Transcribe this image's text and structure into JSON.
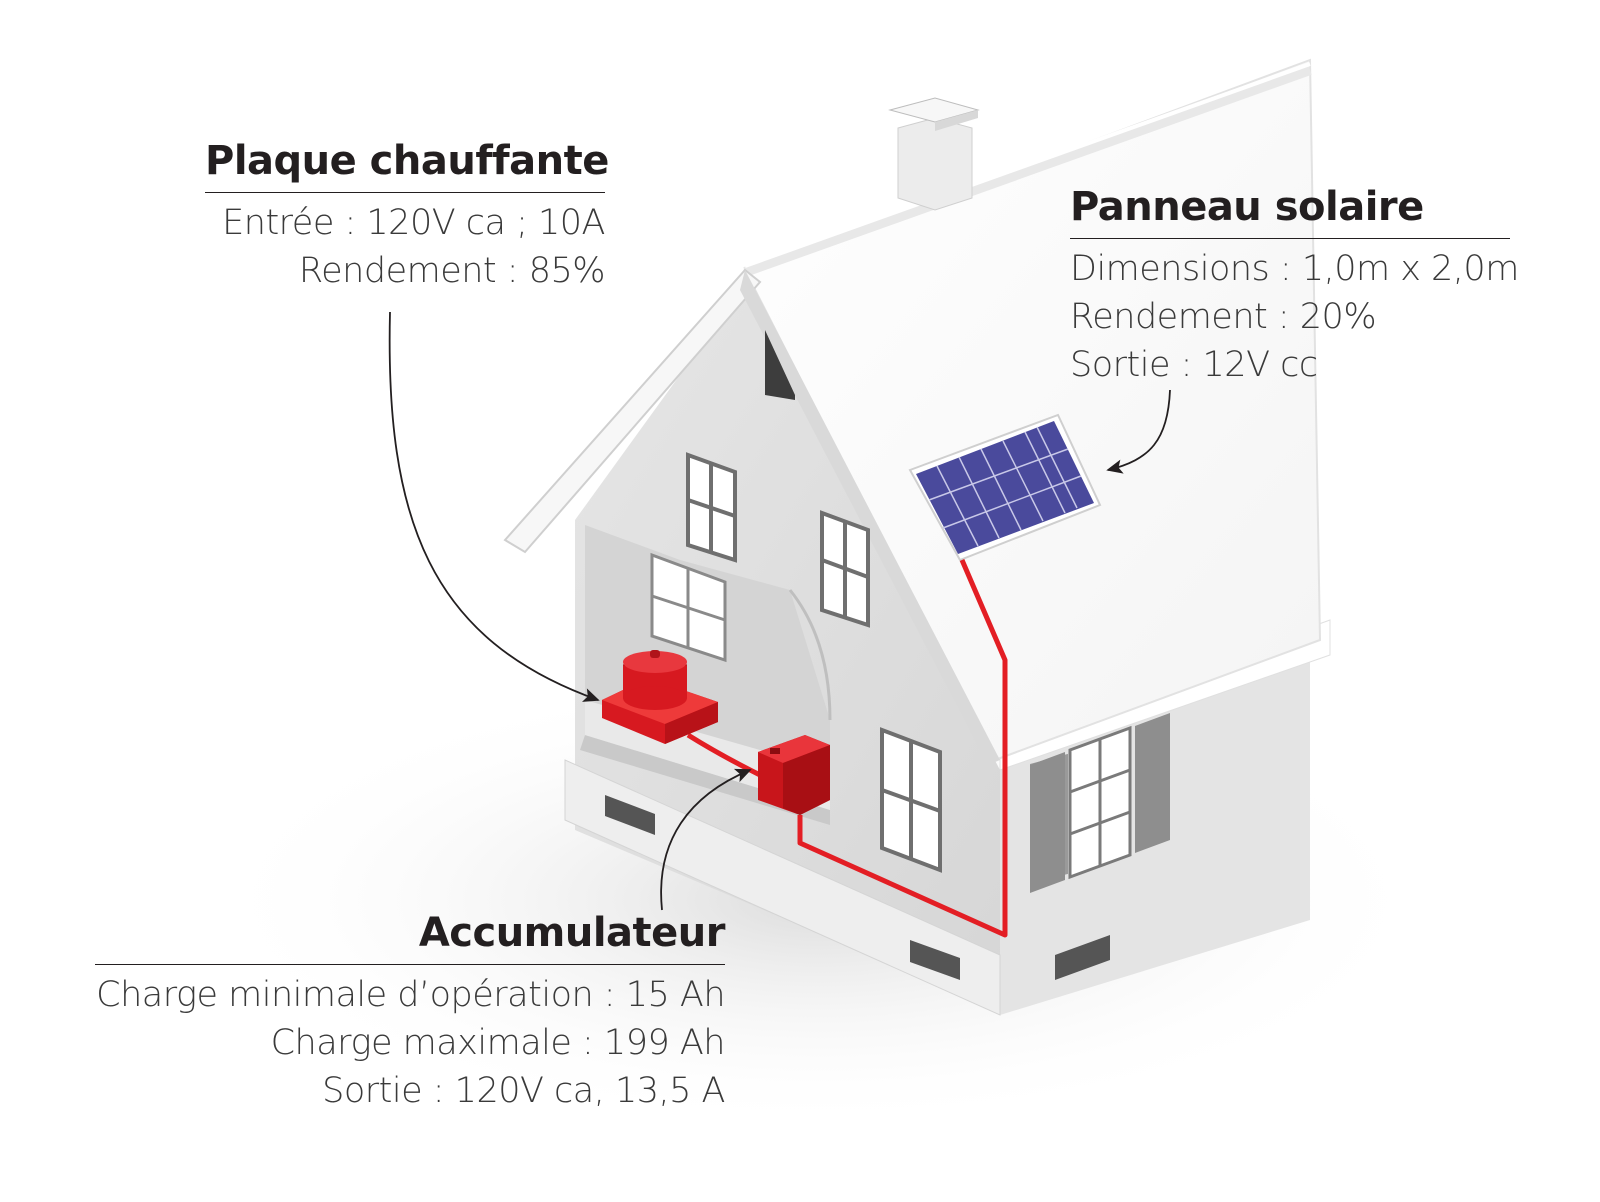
{
  "plaque_chauffante": {
    "title": "Plaque chauffante",
    "lines": [
      "Entrée : 120V ca ; 10A",
      "Rendement : 85%"
    ]
  },
  "panneau_solaire": {
    "title": "Panneau solaire",
    "lines": [
      "Dimensions : 1,0m x 2,0m",
      "Rendement : 20%",
      "Sortie : 12V cc"
    ]
  },
  "accumulateur": {
    "title": "Accumulateur",
    "lines": [
      "Charge minimale d’opération : 15 Ah",
      "Charge maximale : 199 Ah",
      "Sortie : 120V ca, 13,5 A"
    ]
  },
  "colors": {
    "wire": "#e31e24",
    "appliance": "#d71920",
    "panel": "#4a4a9c",
    "house": "#f2f2f2",
    "text": "#231f20"
  }
}
